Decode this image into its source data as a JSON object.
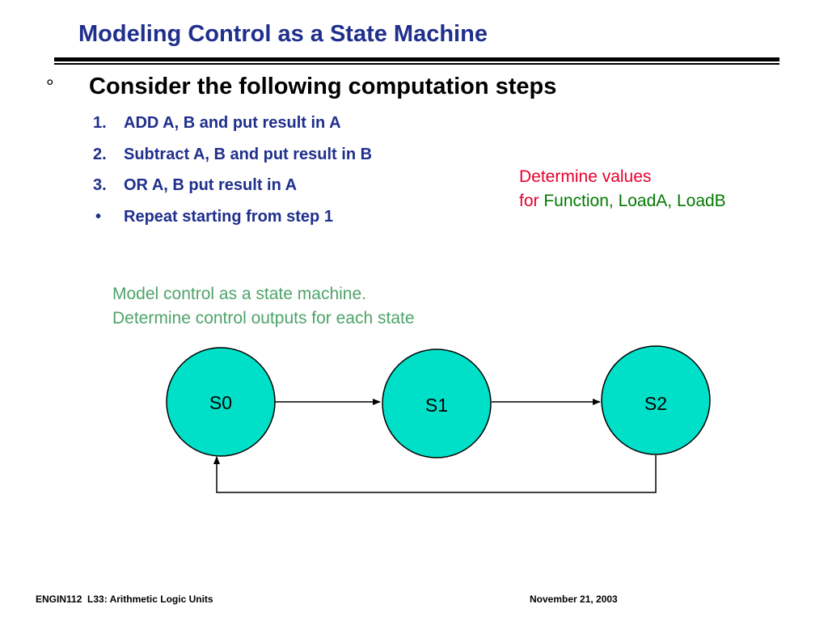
{
  "slide": {
    "title": "Modeling Control as a State Machine",
    "bullet_symbol": "°",
    "heading": "Consider the following computation steps",
    "steps": [
      {
        "marker": "1.",
        "text": "ADD A, B and put result in A"
      },
      {
        "marker": "2.",
        "text": "Subtract A, B and put result in B"
      },
      {
        "marker": "3.",
        "text": "OR A, B put result in A"
      },
      {
        "marker": "•",
        "text": "Repeat starting from step 1"
      }
    ],
    "note": {
      "line1": "Determine values",
      "line2_prefix": "for",
      "line2_items": "Function, LoadA, LoadB"
    },
    "model": {
      "line1": "Model control as a state machine.",
      "line2": "Determine control outputs for each state"
    },
    "colors": {
      "title_blue": "#1f2f8c",
      "note_red": "#e8002b",
      "note_green": "#007a00",
      "model_green": "#4ea36a",
      "state_fill": "#00e0c8"
    }
  },
  "diagram": {
    "states": [
      {
        "id": "S0",
        "label": "S0"
      },
      {
        "id": "S1",
        "label": "S1"
      },
      {
        "id": "S2",
        "label": "S2"
      }
    ],
    "transitions": [
      {
        "from": "S0",
        "to": "S1"
      },
      {
        "from": "S1",
        "to": "S2"
      },
      {
        "from": "S2",
        "to": "S0"
      }
    ]
  },
  "footer": {
    "left": "ENGIN112  L33: Arithmetic Logic Units",
    "right": "November 21, 2003"
  }
}
